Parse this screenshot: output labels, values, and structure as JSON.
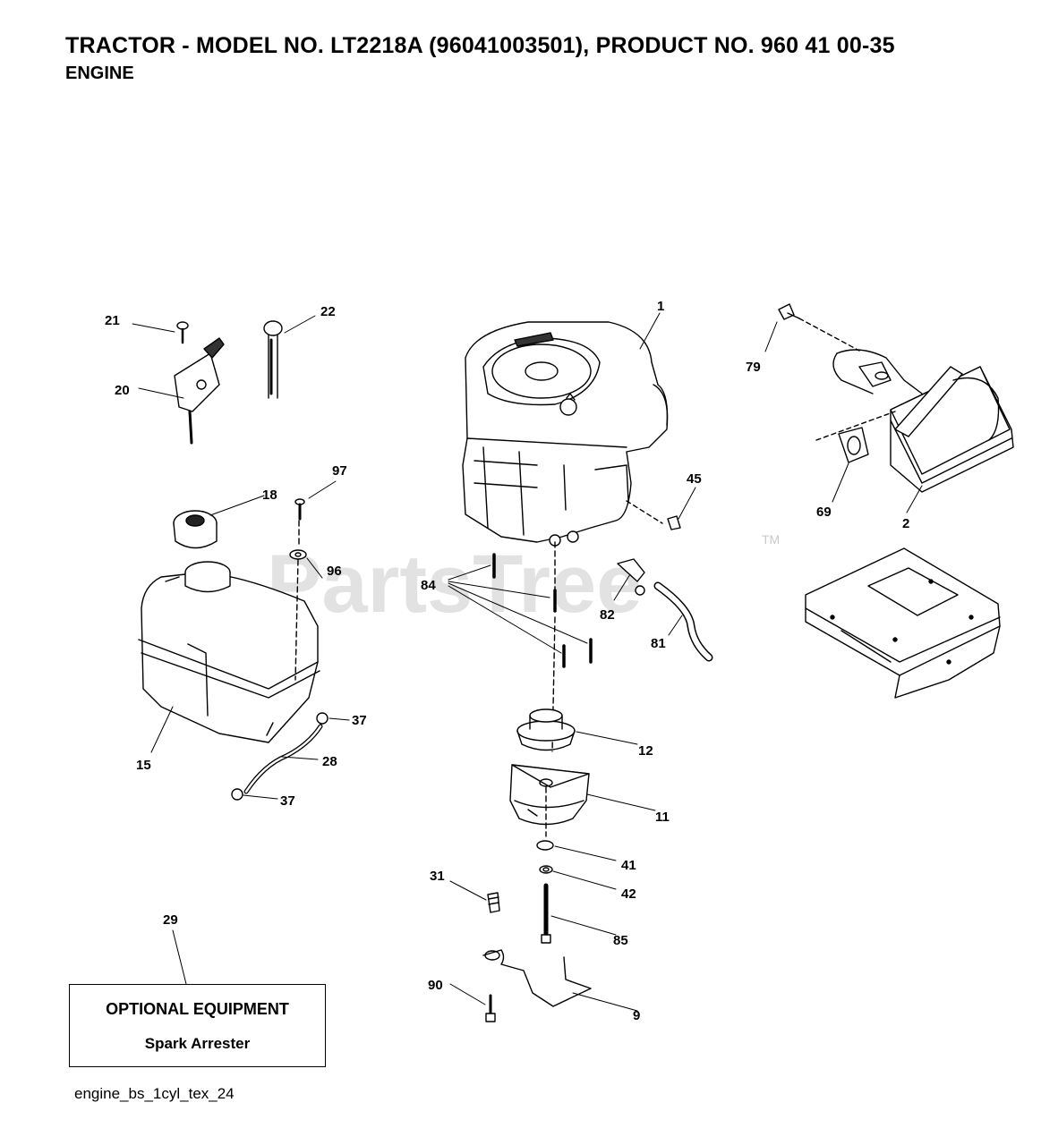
{
  "header": {
    "title": "TRACTOR - MODEL NO. LT2218A (96041003501), PRODUCT NO. 960 41 00-35",
    "subtitle": "ENGINE"
  },
  "watermark": {
    "text": "PartsTree",
    "tm": "TM"
  },
  "callouts": {
    "c1": "1",
    "c2": "2",
    "c9": "9",
    "c11": "11",
    "c12": "12",
    "c15": "15",
    "c18": "18",
    "c20": "20",
    "c21": "21",
    "c22": "22",
    "c28": "28",
    "c29": "29",
    "c31": "31",
    "c37a": "37",
    "c37b": "37",
    "c41": "41",
    "c42": "42",
    "c45": "45",
    "c69": "69",
    "c79": "79",
    "c81": "81",
    "c82": "82",
    "c84": "84",
    "c85": "85",
    "c90": "90",
    "c96": "96",
    "c97": "97"
  },
  "optional_box": {
    "heading": "OPTIONAL EQUIPMENT",
    "item": "Spark Arrester"
  },
  "footer": {
    "ref": "engine_bs_1cyl_tex_24"
  }
}
